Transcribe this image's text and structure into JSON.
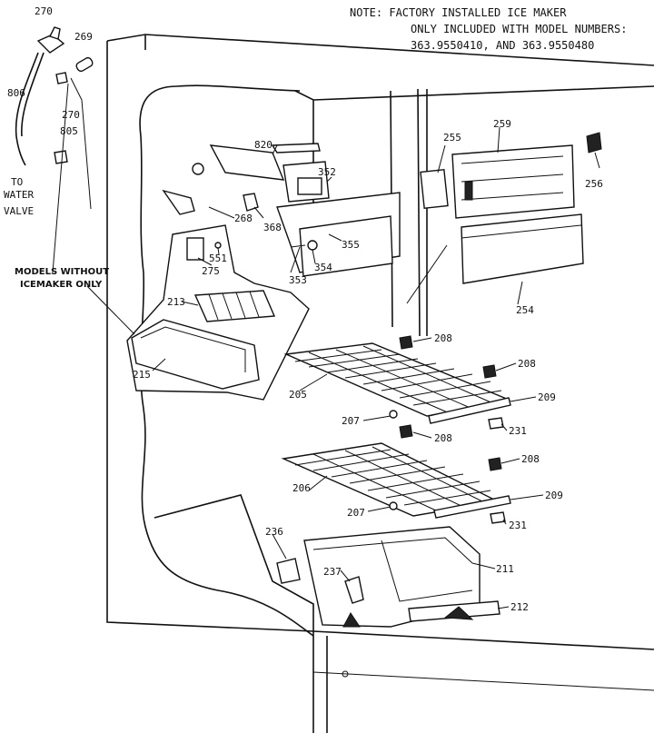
{
  "note": {
    "line1": "NOTE:  FACTORY INSTALLED ICE MAKER",
    "line2": "ONLY INCLUDED WITH MODEL NUMBERS:",
    "line3": "363.9550410, AND 363.9550480"
  },
  "callouts": {
    "c270a": "270",
    "c269": "269",
    "c806": "806",
    "c270b": "270",
    "c805": "805",
    "to_water_1": "TO",
    "to_water_2": "WATER",
    "to_water_3": "VALVE",
    "models_1": "MODELS WITHOUT",
    "models_2": "ICEMAKER ONLY",
    "c820": "820",
    "c352": "352",
    "c255": "255",
    "c259": "259",
    "c256": "256",
    "c268": "268",
    "c368": "368",
    "c355": "355",
    "c275": "275",
    "c551": "551",
    "c353": "353",
    "c354": "354",
    "c254": "254",
    "c213": "213",
    "c215": "215",
    "c208a": "208",
    "c208b": "208",
    "c205": "205",
    "c209a": "209",
    "c207a": "207",
    "c208c": "208",
    "c231a": "231",
    "c208d": "208",
    "c206": "206",
    "c209b": "209",
    "c207b": "207",
    "c231b": "231",
    "c236": "236",
    "c211": "211",
    "c237": "237",
    "c212": "212"
  }
}
